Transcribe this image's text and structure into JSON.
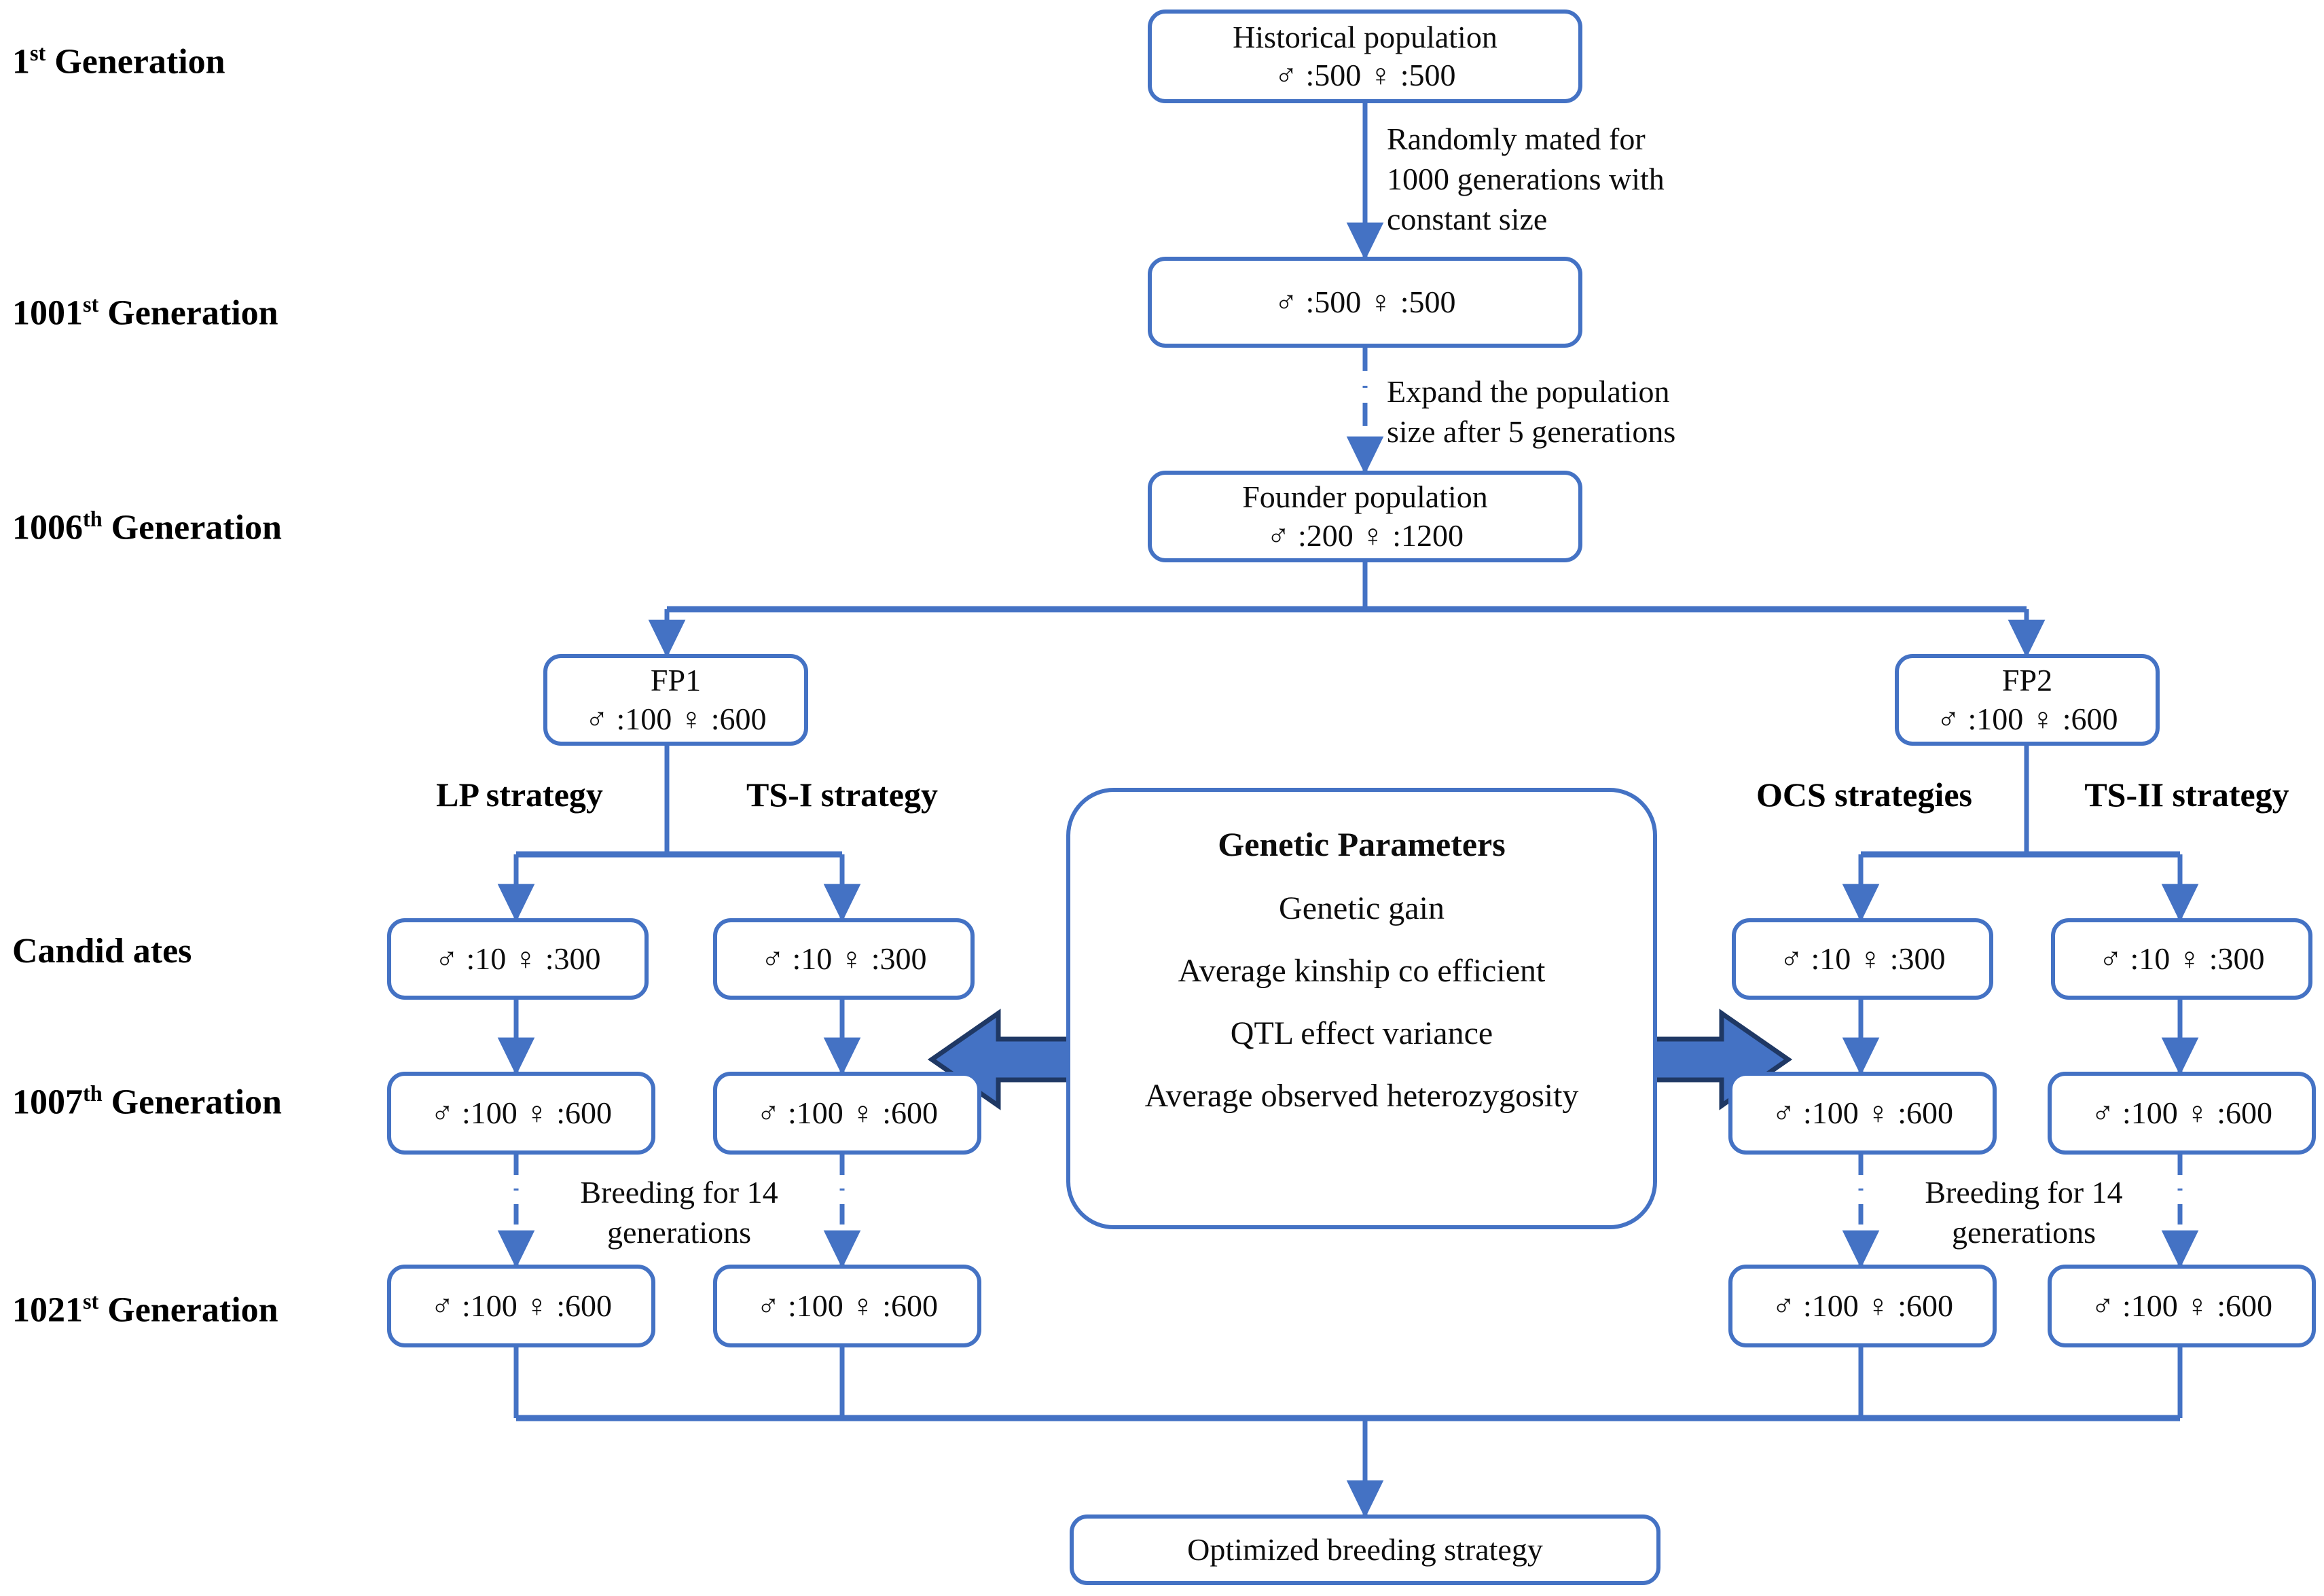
{
  "figure": {
    "type": "flowchart",
    "accent_color": "#4472C4",
    "arrow_fill": "#4472C4",
    "arrow_stroke": "#1F3864",
    "text_color": "#0D0D0D"
  },
  "row_labels": [
    {
      "id": "gen1",
      "num": "1",
      "ord": "st",
      "rest": " Generation"
    },
    {
      "id": "gen1001",
      "num": "1001",
      "ord": "st",
      "rest": " Generation"
    },
    {
      "id": "gen1006",
      "num": "1006",
      "ord": "th",
      "rest": "  Generation"
    },
    {
      "id": "candidates",
      "num": "",
      "ord": "",
      "rest": "Candid ates"
    },
    {
      "id": "gen1007",
      "num": "1007",
      "ord": "th",
      "rest": "  Generation"
    },
    {
      "id": "gen1021",
      "num": "1021",
      "ord": "st",
      "rest": "  Generation"
    }
  ],
  "nodes": {
    "historical": {
      "line1": "Historical population",
      "line2": "♂ :500  ♀ :500"
    },
    "gen1001": {
      "line1": "♂ :500  ♀ :500",
      "line2": ""
    },
    "founder": {
      "line1": "Founder population",
      "line2": "♂ :200  ♀ :1200"
    },
    "fp1": {
      "line1": "FP1",
      "line2": "♂ :100  ♀ :600"
    },
    "fp2": {
      "line1": "FP2",
      "line2": "♂ :100  ♀ :600"
    },
    "cand_lp": {
      "line1": "♂ :10  ♀ :300",
      "line2": ""
    },
    "cand_ts1": {
      "line1": "♂ :10  ♀ :300",
      "line2": ""
    },
    "cand_ocs": {
      "line1": "♂ :10  ♀ :300",
      "line2": ""
    },
    "cand_ts2": {
      "line1": "♂ :10  ♀ :300",
      "line2": ""
    },
    "g1007_lp": {
      "line1": "♂ :100  ♀ :600",
      "line2": ""
    },
    "g1007_ts1": {
      "line1": "♂ :100  ♀ :600",
      "line2": ""
    },
    "g1007_ocs": {
      "line1": "♂ :100  ♀ :600",
      "line2": ""
    },
    "g1007_ts2": {
      "line1": "♂ :100  ♀ :600",
      "line2": ""
    },
    "g1021_lp": {
      "line1": "♂ :100  ♀ :600",
      "line2": ""
    },
    "g1021_ts1": {
      "line1": "♂ :100  ♀ :600",
      "line2": ""
    },
    "g1021_ocs": {
      "line1": "♂ :100  ♀ :600",
      "line2": ""
    },
    "g1021_ts2": {
      "line1": "♂ :100  ♀ :600",
      "line2": ""
    },
    "optimized": {
      "line1": "Optimized breeding strategy",
      "line2": ""
    }
  },
  "genetic_parameters": {
    "title": "Genetic Parameters",
    "items": [
      "Genetic gain",
      "Average kinship co efficient",
      "QTL effect variance",
      "Average observed heterozygosity"
    ]
  },
  "strategies": {
    "lp": "LP strategy",
    "ts1": "TS-I strategy",
    "ocs": "OCS strategies",
    "ts2": "TS-II strategy"
  },
  "edge_labels": {
    "randomly_mated": {
      "l1": "Randomly mated for",
      "l2": "1000 generations with",
      "l3": "constant size"
    },
    "expand": {
      "l1": "Expand the population",
      "l2": "size after 5 generations"
    },
    "breeding_left": {
      "l1": "Breeding for 14",
      "l2": "generations"
    },
    "breeding_right": {
      "l1": "Breeding for 14",
      "l2": "generations"
    }
  }
}
